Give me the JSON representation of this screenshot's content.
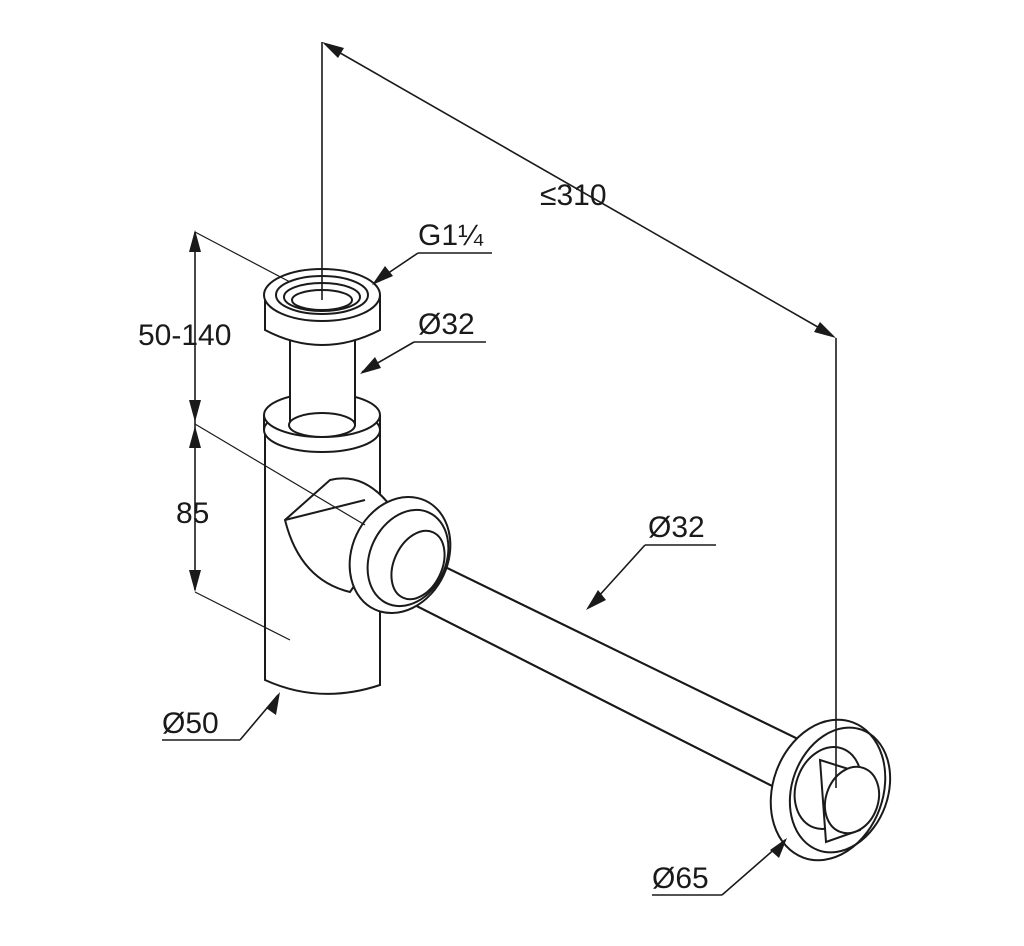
{
  "dimensions": {
    "max_length": "≤310",
    "thread": "G1¼",
    "inlet_diameter": "Ø32",
    "height_range": "50-140",
    "body_height": "85",
    "outlet_pipe_diameter": "Ø32",
    "body_diameter": "Ø50",
    "rosette_diameter": "Ø65"
  }
}
